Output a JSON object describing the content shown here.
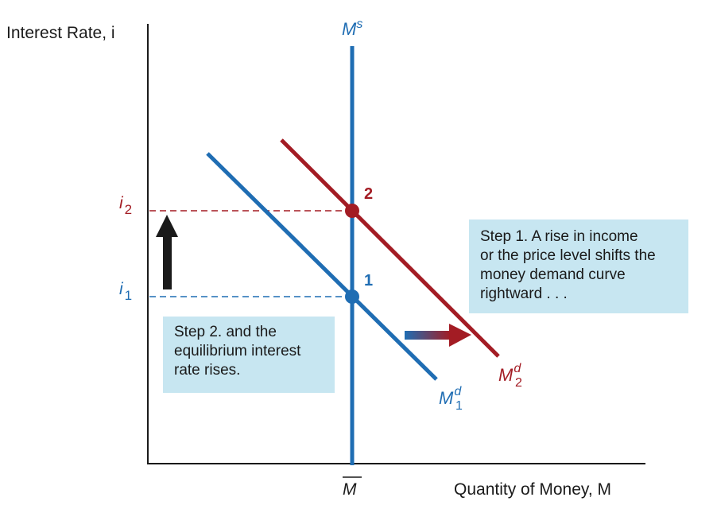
{
  "axes": {
    "y_label": "Interest Rate, i",
    "x_label": "Quantity of Money, M",
    "x_tick": "M"
  },
  "curves": {
    "supply": {
      "label_base": "M",
      "label_sup": "s",
      "color": "#1f6db3"
    },
    "demand1": {
      "label_base": "M",
      "label_sup": "d",
      "label_sub": "1",
      "color": "#1f6db3"
    },
    "demand2": {
      "label_base": "M",
      "label_sup": "d",
      "label_sub": "2",
      "color": "#a31c24"
    }
  },
  "rates": {
    "i1": {
      "base": "i",
      "sub": "1",
      "color": "#1f6db3"
    },
    "i2": {
      "base": "i",
      "sub": "2",
      "color": "#a31c24"
    }
  },
  "points": {
    "p1": {
      "label": "1",
      "color": "#1f6db3"
    },
    "p2": {
      "label": "2",
      "color": "#a31c24"
    }
  },
  "callouts": {
    "step1": [
      "Step 1. A rise in income",
      "or the price level shifts the",
      "money demand curve",
      "rightward . . ."
    ],
    "step2": [
      "Step 2. and the",
      "equilibrium interest",
      "rate rises."
    ],
    "bg_color": "#c7e6f1"
  },
  "arrows": {
    "up_color": "#1a1a1a",
    "shift_from_color": "#1f6db3",
    "shift_to_color": "#a31c24"
  }
}
